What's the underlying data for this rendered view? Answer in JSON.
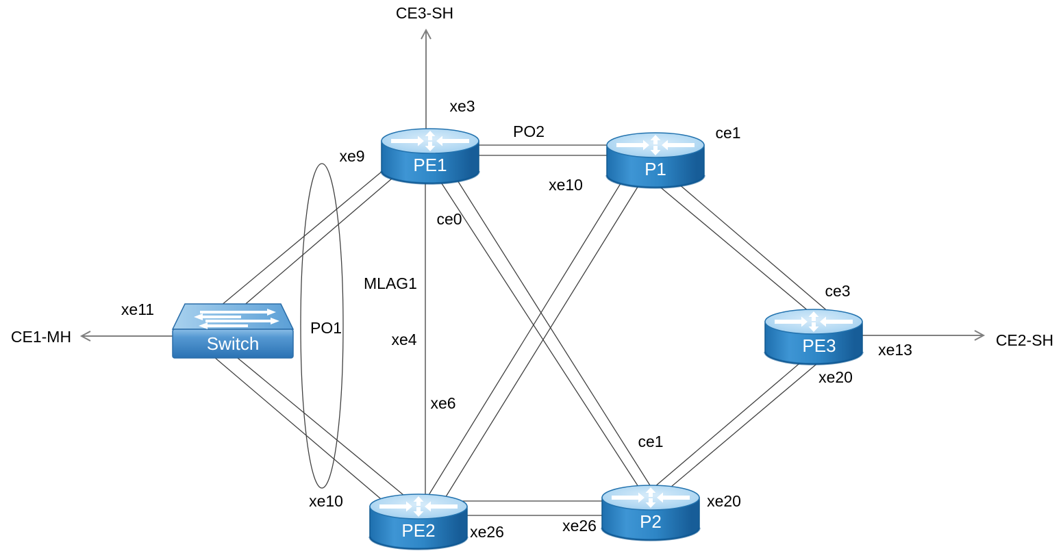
{
  "diagram_type": "network-topology",
  "colors": {
    "background": "#FFFFFF",
    "router_body": "#2E86C6",
    "router_top": "#B3D9F3",
    "switch_body": "#4690CC",
    "link_line": "#404040",
    "stub_arrow": "#7F7F7F",
    "label_text": "#000000",
    "device_label_text": "#FFFFFF"
  },
  "devices": {
    "pe1": {
      "type": "router",
      "label": "PE1"
    },
    "p1": {
      "type": "router",
      "label": "P1"
    },
    "pe3": {
      "type": "router",
      "label": "PE3"
    },
    "pe2": {
      "type": "router",
      "label": "PE2"
    },
    "p2": {
      "type": "router",
      "label": "P2"
    },
    "switch": {
      "type": "switch",
      "label": "Switch"
    }
  },
  "links": [
    {
      "from": "PE1",
      "to": "CE3-SH",
      "style": "arrow-stub",
      "from_if": "xe3"
    },
    {
      "from": "PE1",
      "to": "P1",
      "style": "double-line",
      "bundle": "PO2",
      "to_if": "ce1"
    },
    {
      "from": "Switch",
      "to": "PE1",
      "style": "double-line",
      "to_if": "xe9"
    },
    {
      "from": "PE2",
      "to": "P1",
      "style": "double-line",
      "to_if": "xe10"
    },
    {
      "from": "PE1",
      "to": "P2",
      "style": "double-line",
      "from_if": "ce0",
      "to_if": "ce1"
    },
    {
      "from": "PE1",
      "to": "PE2",
      "style": "single-line",
      "bundle": "MLAG1",
      "from_if": "xe4",
      "to_if": "xe6"
    },
    {
      "from": "P1",
      "to": "PE3",
      "style": "double-line",
      "to_if": "ce3"
    },
    {
      "from": "Switch",
      "to": "CE1-MH",
      "style": "arrow-stub",
      "from_if": "xe11"
    },
    {
      "from": "Switch",
      "to": "PE1/PE2",
      "style": "port-channel-ellipse",
      "bundle": "PO1"
    },
    {
      "from": "Switch",
      "to": "PE2",
      "style": "double-line",
      "to_if": "xe10"
    },
    {
      "from": "PE3",
      "to": "CE2-SH",
      "style": "arrow-stub",
      "from_if": "xe13"
    },
    {
      "from": "P2",
      "to": "PE3",
      "style": "double-line",
      "from_if": "xe20",
      "to_if": "xe20"
    },
    {
      "from": "PE2",
      "to": "P2",
      "style": "double-line",
      "from_if": "xe26",
      "to_if": "xe26"
    }
  ]
}
